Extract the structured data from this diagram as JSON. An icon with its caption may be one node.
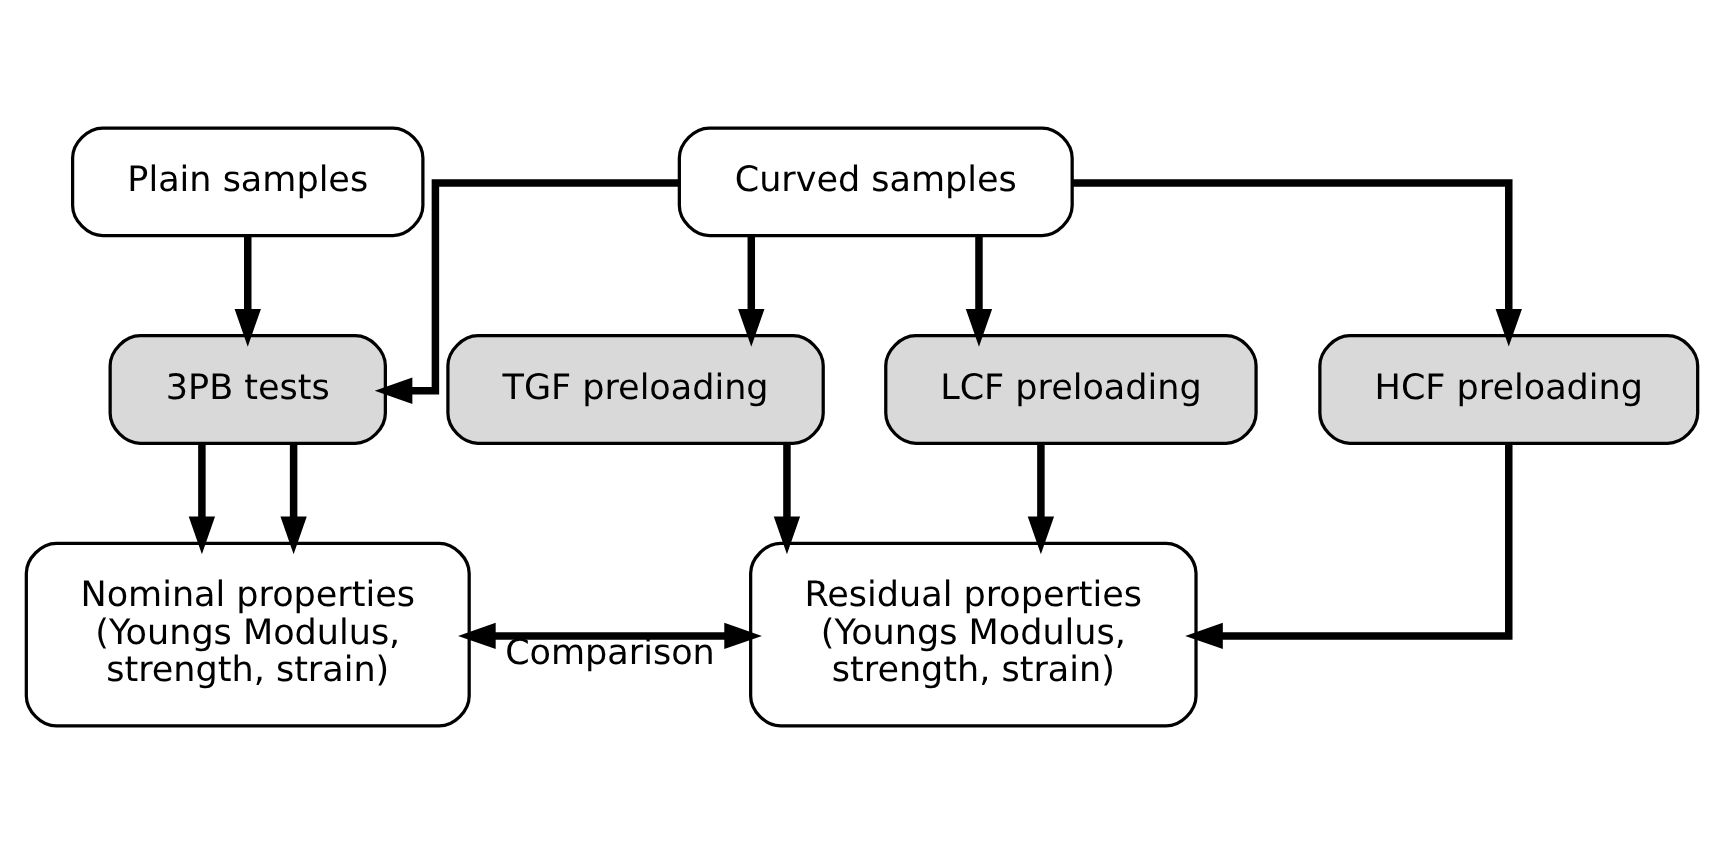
{
  "diagram": {
    "nodes": [
      {
        "text": [
          "Plain samples"
        ]
      },
      {
        "text": [
          "Curved samples"
        ]
      },
      {
        "text": [
          "3PB tests"
        ]
      },
      {
        "text": [
          "TGF preloading"
        ]
      },
      {
        "text": [
          "LCF preloading"
        ]
      },
      {
        "text": [
          "HCF preloading"
        ]
      },
      {
        "text": [
          "Nominal properties (Youngs Modulus, strength, strain)"
        ]
      },
      {
        "text": [
          "Residual properties (Youngs Modulus, strength, strain)"
        ]
      }
    ],
    "edges": [
      {
        "from": 0,
        "to": 2,
        "arrow": "to"
      },
      {
        "from": 1,
        "to": 2,
        "arrow": "to"
      },
      {
        "from": 1,
        "to": 3,
        "arrow": "to"
      },
      {
        "from": 1,
        "to": 4,
        "arrow": "to"
      },
      {
        "from": 1,
        "to": 5,
        "arrow": "to"
      },
      {
        "from": 2,
        "to": 6,
        "arrow": "to"
      },
      {
        "from": 2,
        "to": 6,
        "arrow": "to"
      },
      {
        "from": 3,
        "to": 7,
        "arrow": "to"
      },
      {
        "from": 4,
        "to": 7,
        "arrow": "to"
      },
      {
        "from": 5,
        "to": 7,
        "arrow": "to"
      },
      {
        "from": 6,
        "to": 7,
        "label": "Comparison",
        "arrow": "both"
      }
    ]
  }
}
